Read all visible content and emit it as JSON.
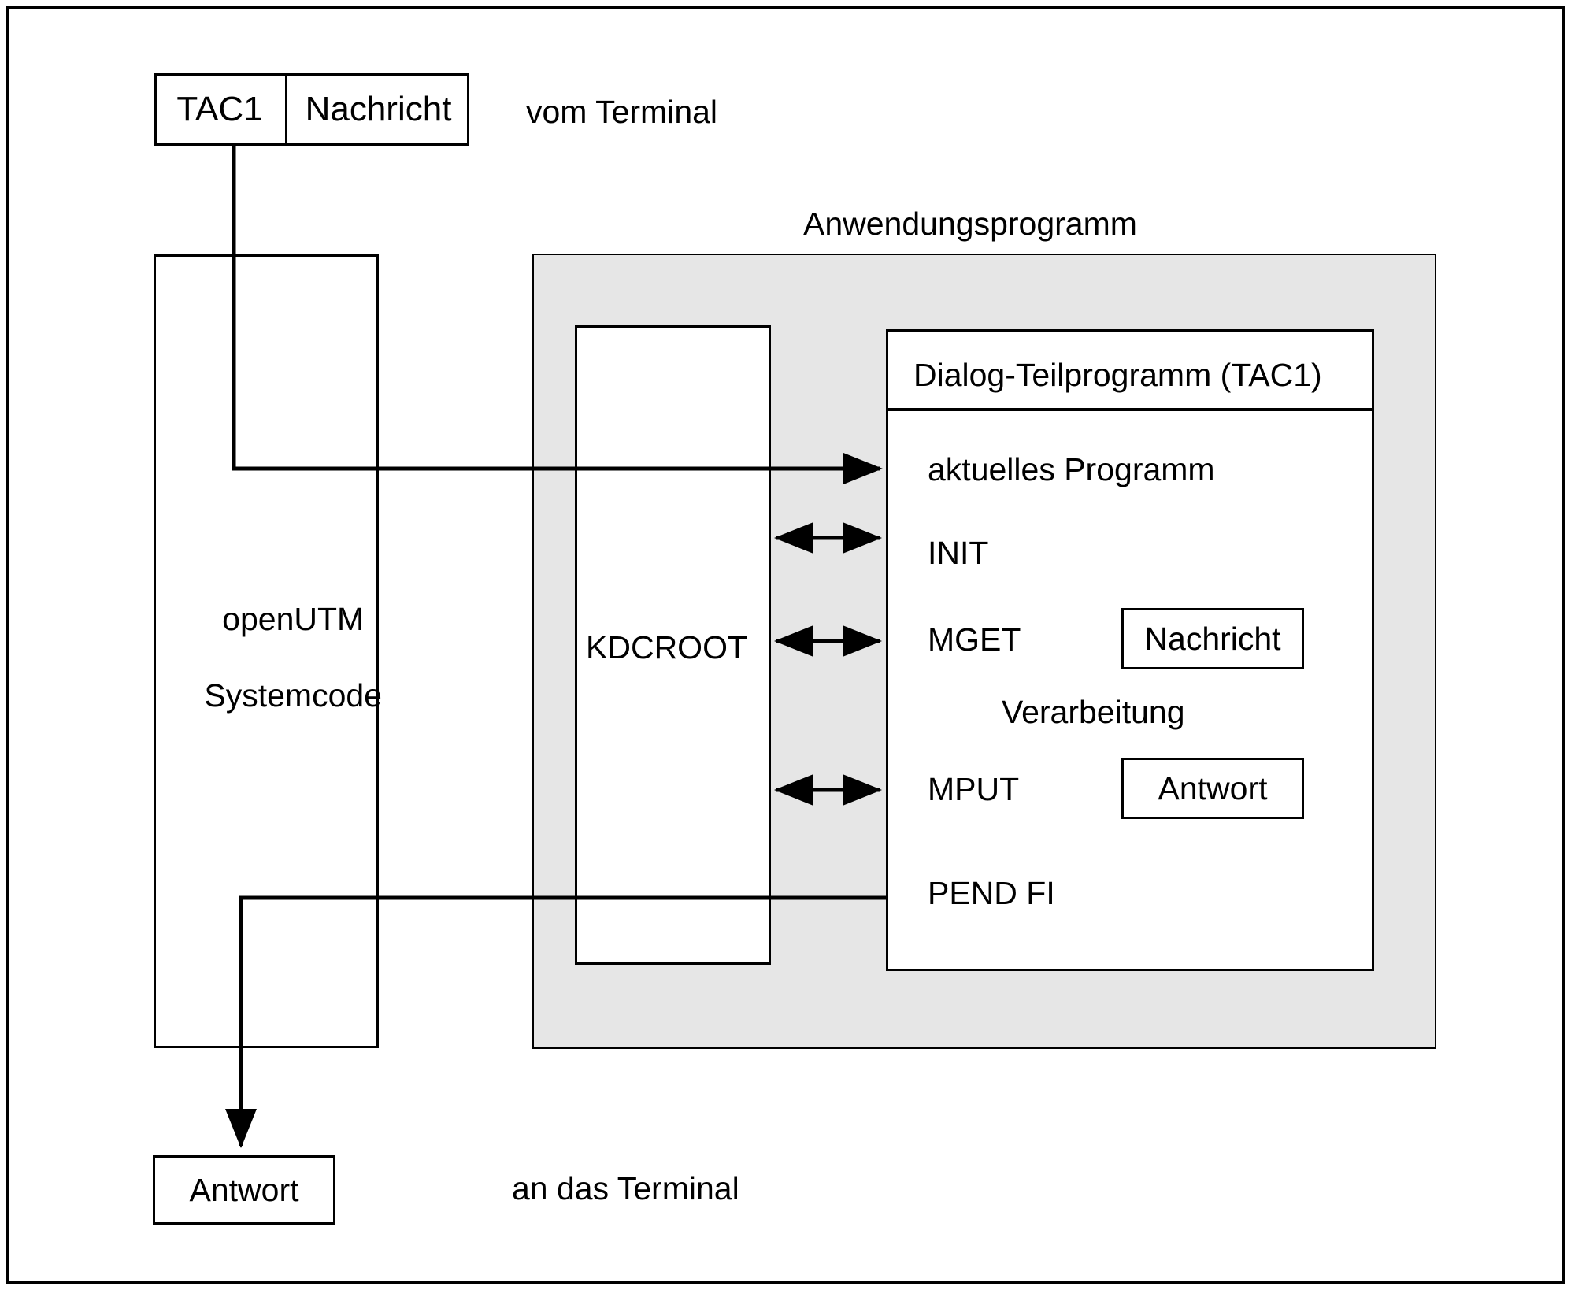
{
  "diagram": {
    "title_label": "Anwendungsprogramm",
    "terminal_in_label": "vom Terminal",
    "terminal_out_label": "an das Terminal",
    "input_message": {
      "tac": "TAC1",
      "payload": "Nachricht"
    },
    "system_box": {
      "line1": "openUTM",
      "line2": "Systemcode"
    },
    "kdcroot": {
      "label": "KDCROOT"
    },
    "dialog_program": {
      "header": "Dialog-Teilprogramm (TAC1)",
      "rows": [
        {
          "label": "aktuelles Programm",
          "data_box": null
        },
        {
          "label": "INIT",
          "data_box": null
        },
        {
          "label": "MGET",
          "data_box": "Nachricht"
        },
        {
          "label": "Verarbeitung",
          "data_box": null
        },
        {
          "label": "MPUT",
          "data_box": "Antwort"
        },
        {
          "label": "PEND FI",
          "data_box": null
        }
      ]
    },
    "output_message": {
      "payload": "Antwort"
    },
    "colors": {
      "stroke": "#000000",
      "application_fill": "#e6e6e6",
      "box_fill": "#ffffff",
      "page_background": "#ffffff"
    }
  }
}
